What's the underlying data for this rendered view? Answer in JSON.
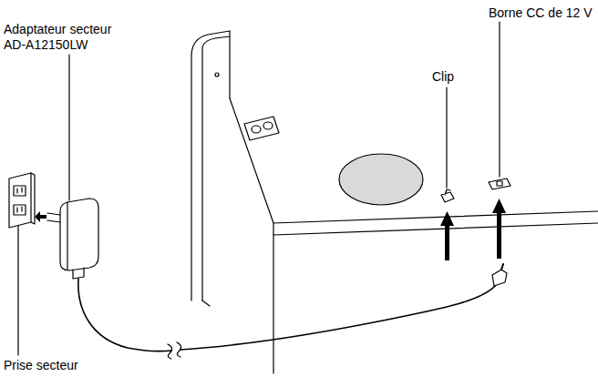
{
  "diagram": {
    "labels": [
      "Adaptateur secteur AD-A12150LW",
      "Borne CC de 12 V",
      "Clip",
      "Prise secteur"
    ]
  }
}
